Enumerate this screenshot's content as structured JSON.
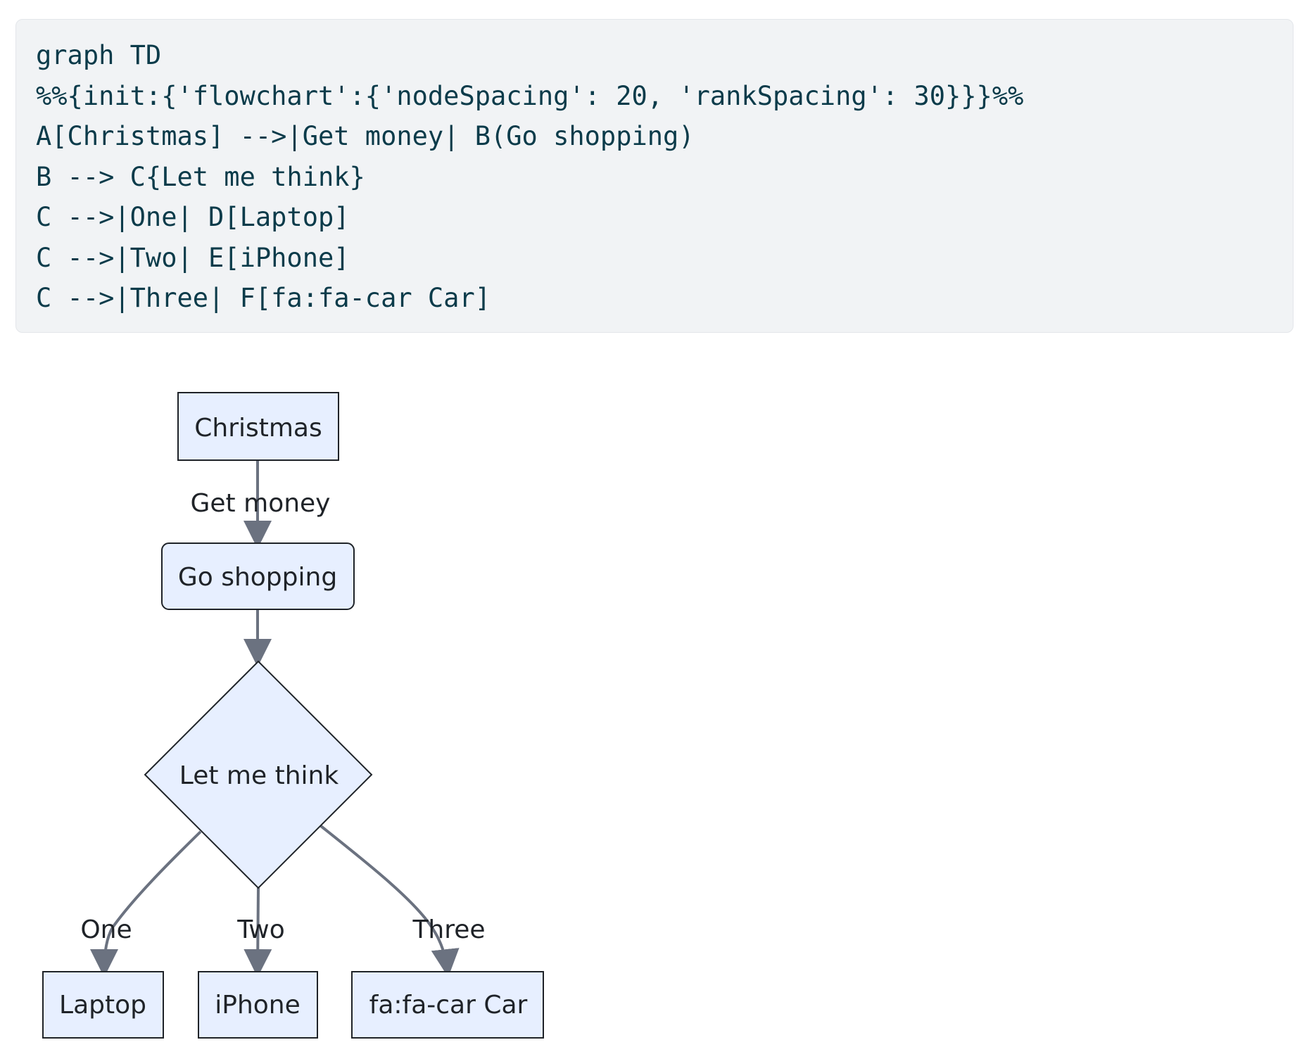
{
  "code_block": {
    "lines": [
      "graph TD",
      "%%{init:{'flowchart':{'nodeSpacing': 20, 'rankSpacing': 30}}}%%",
      "A[Christmas] -->|Get money| B(Go shopping)",
      "B --> C{Let me think}",
      "C -->|One| D[Laptop]",
      "C -->|Two| E[iPhone]",
      "C -->|Three| F[fa:fa-car Car]"
    ]
  },
  "diagram": {
    "nodes": {
      "A": {
        "label": "Christmas",
        "shape": "rectangle"
      },
      "B": {
        "label": "Go shopping",
        "shape": "rounded-rectangle"
      },
      "C": {
        "label": "Let me think",
        "shape": "diamond"
      },
      "D": {
        "label": "Laptop",
        "shape": "rectangle"
      },
      "E": {
        "label": "iPhone",
        "shape": "rectangle"
      },
      "F": {
        "label": "fa:fa-car Car",
        "shape": "rectangle"
      }
    },
    "edges": [
      {
        "from": "A",
        "to": "B",
        "label": "Get money"
      },
      {
        "from": "B",
        "to": "C",
        "label": ""
      },
      {
        "from": "C",
        "to": "D",
        "label": "One"
      },
      {
        "from": "C",
        "to": "E",
        "label": "Two"
      },
      {
        "from": "C",
        "to": "F",
        "label": "Three"
      }
    ]
  },
  "colors": {
    "node_fill": "#e7efff",
    "node_stroke": "#1f2328",
    "edge_stroke": "#6b7280",
    "code_background": "#f1f3f5",
    "code_text": "#0b3b4a"
  }
}
